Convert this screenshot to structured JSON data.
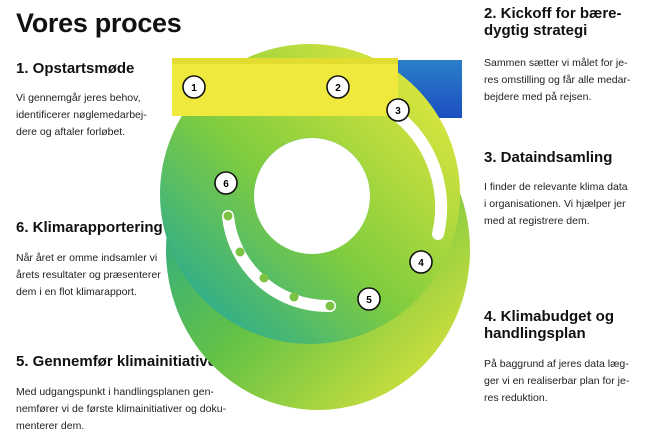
{
  "title": "Vores proces",
  "colors": {
    "yellow": "#f2ea3c",
    "green": "#8ccf3c",
    "teal": "#16a3a5",
    "blue": "#1f58c4",
    "dot": "#7cc243"
  },
  "steps": [
    {
      "number": "1",
      "heading": "1. Opstartsmøde",
      "body": [
        "Vi gennemgår jeres behov,",
        "identificerer nøglemedarbej-",
        "dere og aftaler forløbet."
      ]
    },
    {
      "number": "2",
      "heading": [
        "2. Kickoff for bære-",
        "dygtig strategi"
      ],
      "body": [
        "Sammen sætter vi målet for je-",
        "res omstilling og får alle medar-",
        "bejdere med på rejsen."
      ]
    },
    {
      "number": "3",
      "heading": "3. Dataindsamling",
      "body": [
        "I finder de relevante klima data",
        "i organisationen. Vi hjælper jer",
        "med at registrere dem."
      ]
    },
    {
      "number": "4",
      "heading": [
        "4. Klimabudget og",
        "handlingsplan"
      ],
      "body": [
        "På baggrund af jeres data læg-",
        "ger vi en realiserbar plan for je-",
        "res reduktion."
      ]
    },
    {
      "number": "5",
      "heading": "5. Gennemfør klimainitiativer",
      "body": [
        "Med udgangspunkt i handlingsplanen gen-",
        "nemfører vi de første klimainitiativer og doku-",
        "menterer dem."
      ]
    },
    {
      "number": "6",
      "heading": "6. Klimarapportering",
      "body": [
        "Når året er omme indsamler vi",
        "årets resultater og præsenterer",
        "dem i en flot klimarapport."
      ]
    }
  ]
}
